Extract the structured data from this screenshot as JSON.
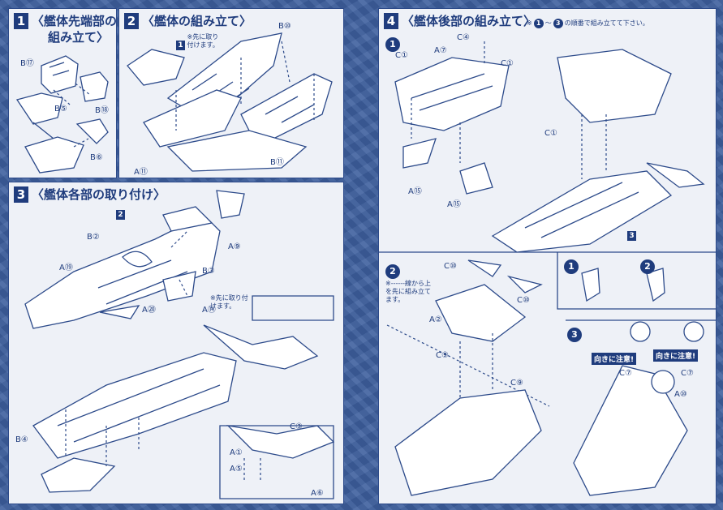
{
  "step1": {
    "number": "1",
    "title_line1": "〈艦体先端部の",
    "title_line2": "組み立て〉",
    "parts": [
      "B⑰",
      "B⑤",
      "B⑱",
      "B⑥"
    ]
  },
  "step2": {
    "number": "2",
    "title": "〈艦体の組み立て〉",
    "note_marker": "1",
    "note": "※先に取り付けます。",
    "parts": [
      "B⑩",
      "B⑪",
      "A⑪"
    ]
  },
  "step3": {
    "number": "3",
    "title": "〈艦体各部の取り付け〉",
    "marker": "2",
    "note": "※先に取り付けます。",
    "parts": [
      "B②",
      "A⑨",
      "A⑲",
      "B③",
      "A⑳",
      "A⑭",
      "B④",
      "C③",
      "A①",
      "A⑤",
      "A⑥"
    ]
  },
  "step4": {
    "number": "4",
    "title": "〈艦体後部の組み立て〉",
    "order_note_prefix": "※",
    "order_from": "1",
    "order_sep": "〜",
    "order_to": "3",
    "order_note_suffix": "の順番で組み立てて下さい。",
    "sub1": "1",
    "sub1_parts": [
      "C④",
      "A⑦",
      "C①",
      "C①",
      "C①",
      "A⑮",
      "A⑮"
    ],
    "assembly_marker": "3",
    "sub2": "2",
    "sub2_note": "※------線から上を先に組み立てます。",
    "sub2_parts": [
      "C⑩",
      "C⑩",
      "A②",
      "C⑨",
      "C⑨"
    ],
    "detail1": "1",
    "detail2": "2",
    "sub3": "3",
    "warning1": "向きに注意!",
    "warning2": "向きに注意!",
    "sub3_parts": [
      "C⑦",
      "C⑦",
      "A⑩"
    ]
  },
  "colors": {
    "ink": "#2c4a8a",
    "paper": "#eef1f7",
    "background": "#3d5f9e"
  }
}
